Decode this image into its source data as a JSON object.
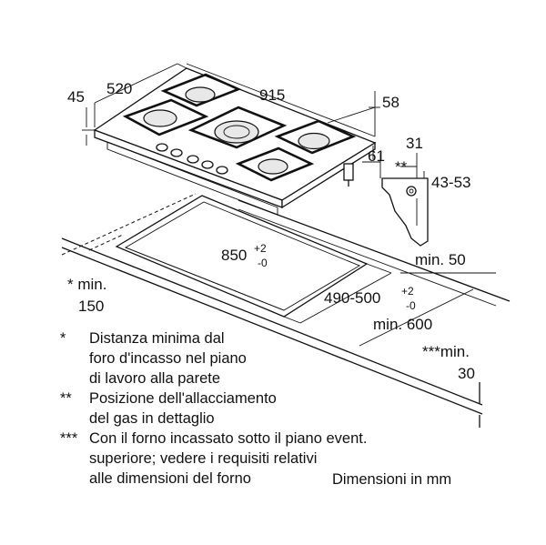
{
  "dimensions": {
    "d45": "45",
    "d520": "520",
    "d915": "915",
    "d58": "58",
    "d61": "61",
    "d31": "31",
    "d_star2": "**",
    "d43_53": "43-53",
    "d850": "850",
    "d850_sup_plus": "+2",
    "d850_sup_minus": "-0",
    "min50": "min. 50",
    "min150_line1": "* min.",
    "min150_line2": "150",
    "d490_500": "490-500",
    "d490_sup_plus": "+2",
    "d490_sup_minus": "-0",
    "min600": "min. 600",
    "min30_line1": "***min.",
    "min30_line2": "30"
  },
  "legend": [
    {
      "mark": "*",
      "lines": [
        "Distanza minima dal",
        "foro d'incasso nel piano",
        "di lavoro alla parete"
      ]
    },
    {
      "mark": "**",
      "lines": [
        "Posizione dell'allacciamento",
        "del gas in dettaglio"
      ]
    },
    {
      "mark": "***",
      "lines": [
        "Con il forno incassato sotto il piano event.",
        "superiore; vedere i requisiti relativi",
        "alle dimensioni del forno"
      ]
    }
  ],
  "units_note": "Dimensioni in mm"
}
